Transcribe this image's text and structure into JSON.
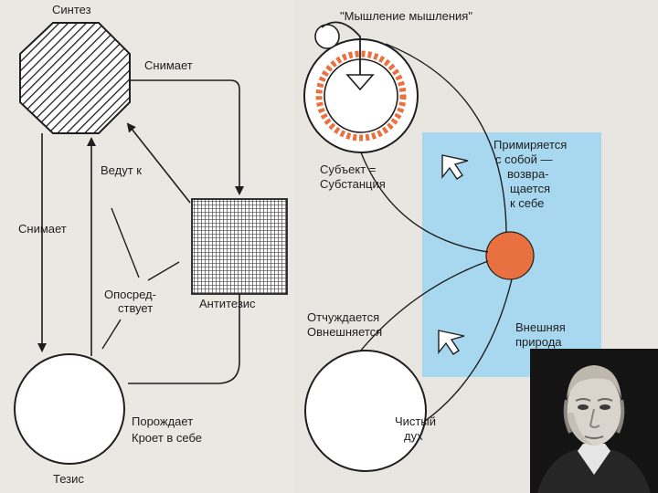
{
  "left_diagram": {
    "synthesis": "Синтез",
    "removes_top": "Снимает",
    "lead_to": "Ведут к",
    "removes_left": "Снимает",
    "mediates_line1": "Опосред-",
    "mediates_line2": "ствует",
    "antithesis": "Антитезис",
    "generates": "Порождает",
    "hides_in_itself": "Кроет в себе",
    "thesis": "Тезис"
  },
  "right_diagram": {
    "thinking_of_thinking": "\"Мышление мышления\"",
    "subject_line1": "Субъект =",
    "subject_line2": "Субстанция",
    "reconciles_line1": "Примиряется",
    "reconciles_line2": "с собой —",
    "reconciles_line3": "возвра-",
    "reconciles_line4": "щается",
    "reconciles_line5": "к себе",
    "alienated_line1": "Отчуждается",
    "alienated_line2": "Овнешняется",
    "external_line1": "Внешняя",
    "external_line2": "природа",
    "pure_spirit_line1": "Чистый",
    "pure_spirit_line2": "дух"
  },
  "colors": {
    "paper": "#ebe7e2",
    "blue_zone": "#a8d8ef",
    "orange": "#e9703f",
    "ink": "#1f1f1f"
  }
}
